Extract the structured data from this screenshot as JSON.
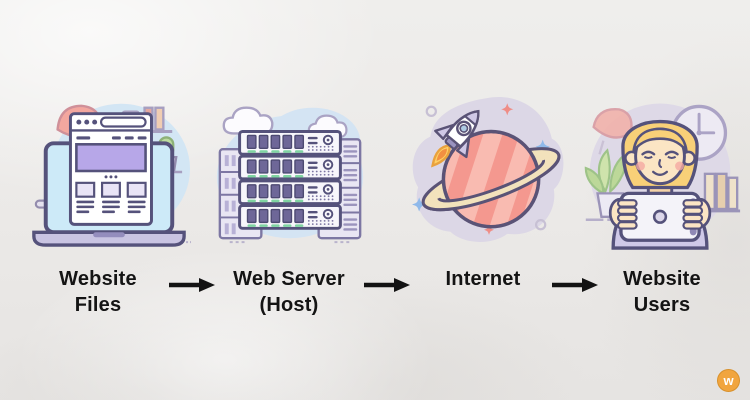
{
  "diagram": {
    "description": "How web hosting works flow diagram",
    "steps": [
      {
        "name": "website-files",
        "line1": "Website",
        "line2": "Files",
        "icon": "laptop-browser-illustration"
      },
      {
        "name": "web-server",
        "line1": "Web Server",
        "line2": "(Host)",
        "icon": "server-rack-illustration"
      },
      {
        "name": "internet",
        "line1": "Internet",
        "line2": "",
        "icon": "planet-rocket-illustration"
      },
      {
        "name": "website-users",
        "line1": "Website",
        "line2": "Users",
        "icon": "person-tablet-illustration"
      }
    ],
    "flow": {
      "arrow_icon": "right-arrow",
      "arrow_color": "#131313"
    }
  },
  "watermark": {
    "letter": "w",
    "color": "#f1a53e"
  },
  "colors": {
    "background": "#ebe9e7",
    "label_text": "#141414",
    "outline_dark": "#55527b",
    "blob_blue": "#d3e6f4",
    "blob_lavender": "#dcd7e6",
    "accent_purple": "#b7a7e8",
    "accent_green": "#7fd4a2",
    "planet_pink": "#f4988f",
    "ring_cream": "#f2e2bc",
    "flame_yellow": "#ffd065",
    "hair_blonde": "#f8d078",
    "skin": "#fbe5c4",
    "cheek_pink": "#f5a9a2"
  }
}
